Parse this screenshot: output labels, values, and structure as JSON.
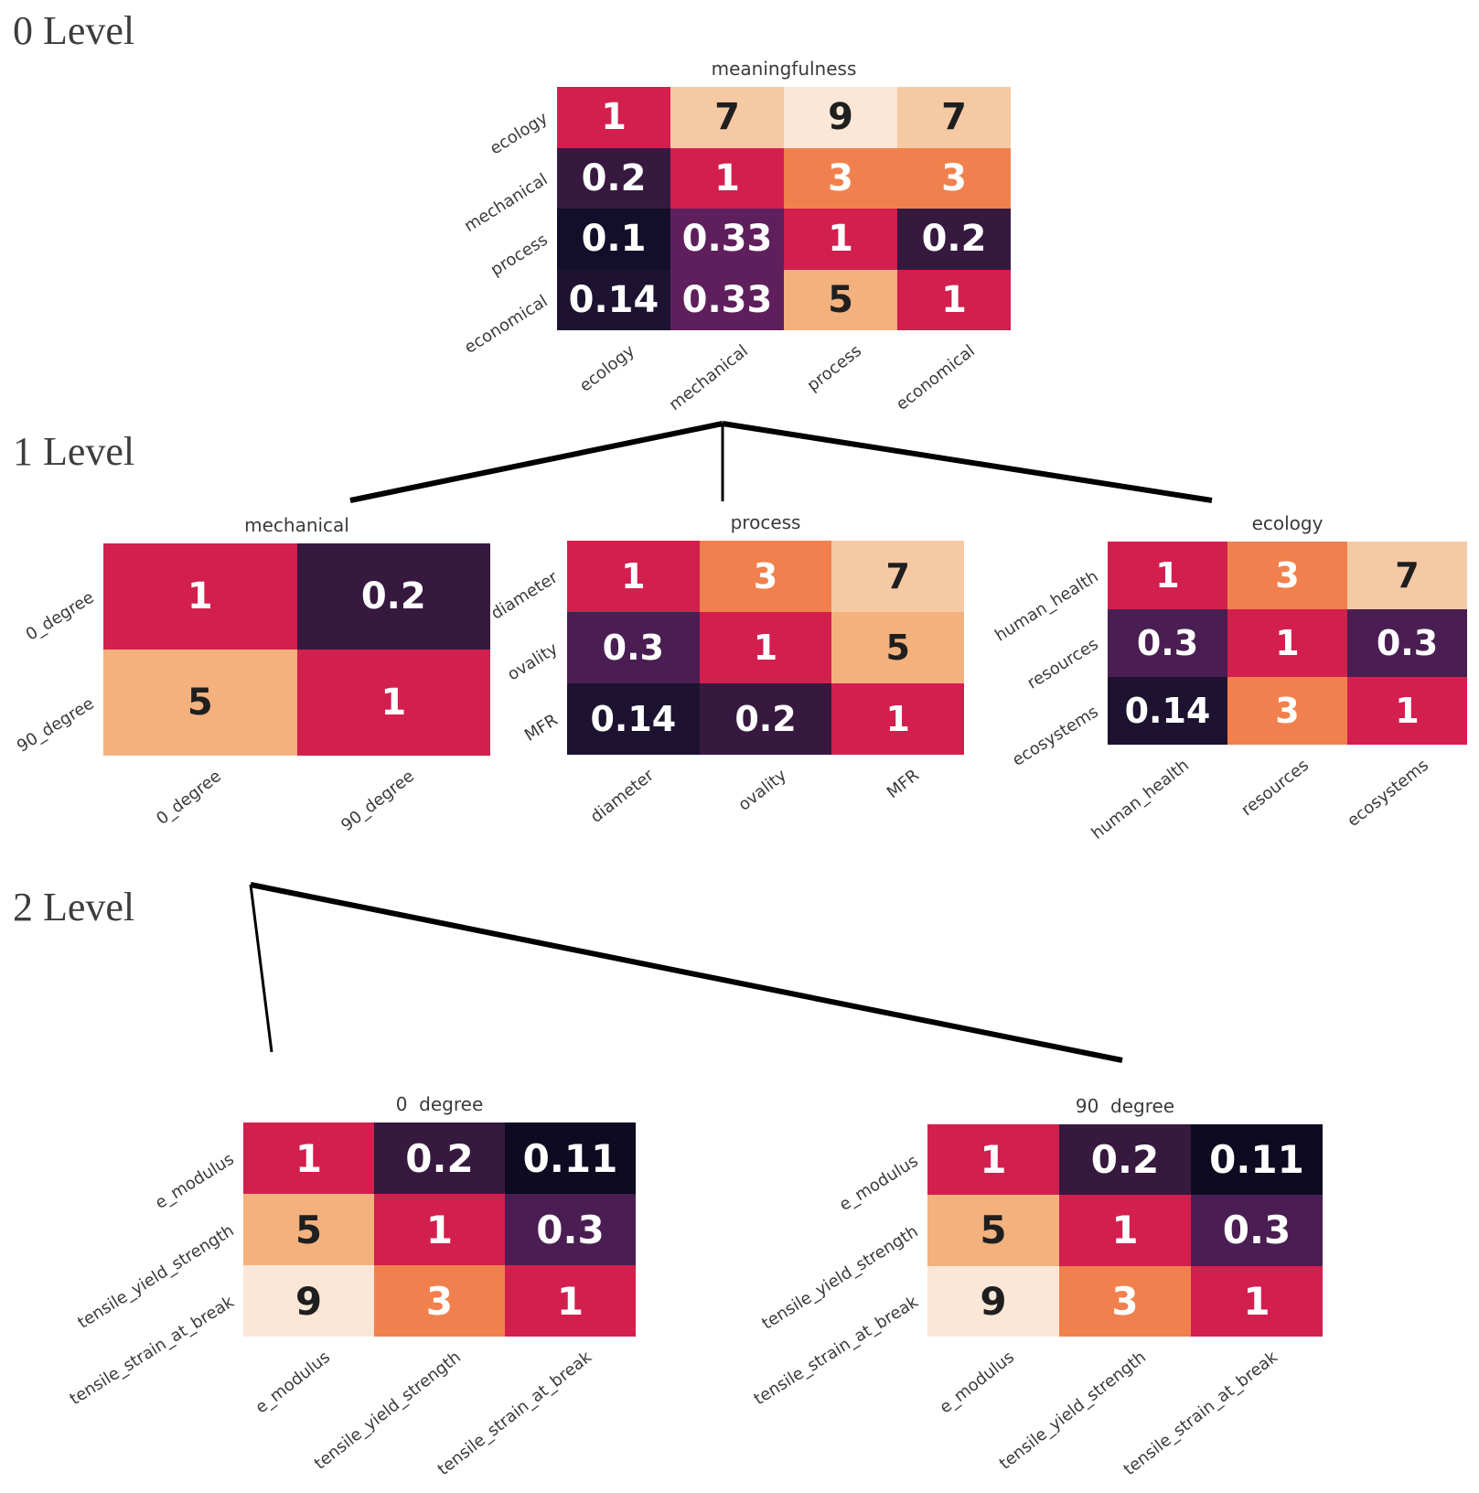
{
  "page": {
    "background": "#ffffff"
  },
  "levels": [
    {
      "label": "0 Level"
    },
    {
      "label": "1 Level"
    },
    {
      "label": "2 Level"
    }
  ],
  "palette": {
    "1": "#d21f4e",
    "3": "#f0814e",
    "5": "#f3b17e",
    "7": "#f6c9a5",
    "9": "#fbe7d7",
    "0.33": "#5e1f5c",
    "0.3": "#4a1e52",
    "0.2": "#37193f",
    "0.14": "#1d1331",
    "0.11": "#0d0a21",
    "0.1": "#130e29"
  },
  "annot_light": "#ffffff",
  "annot_dark": "#1f1f1f",
  "line_color": "#000000",
  "connectors": [
    {
      "from": "meaningfulness",
      "to": [
        "mechanical",
        "process",
        "ecology"
      ]
    },
    {
      "from": "mechanical",
      "to": [
        "0  degree",
        "90  degree"
      ]
    }
  ],
  "chart_data": [
    {
      "type": "heatmap",
      "level": "0 Level",
      "title": "meaningfulness",
      "rows": [
        "ecology",
        "mechanical",
        "process",
        "economical"
      ],
      "cols": [
        "ecology",
        "mechanical",
        "process",
        "economical"
      ],
      "values": [
        [
          "1",
          "7",
          "9",
          "7"
        ],
        [
          "0.2",
          "1",
          "3",
          "3"
        ],
        [
          "0.1",
          "0.33",
          "1",
          "0.2"
        ],
        [
          "0.14",
          "0.33",
          "5",
          "1"
        ]
      ]
    },
    {
      "type": "heatmap",
      "level": "1 Level",
      "title": "mechanical",
      "rows": [
        "0_degree",
        "90_degree"
      ],
      "cols": [
        "0_degree",
        "90_degree"
      ],
      "values": [
        [
          "1",
          "0.2"
        ],
        [
          "5",
          "1"
        ]
      ]
    },
    {
      "type": "heatmap",
      "level": "1 Level",
      "title": "process",
      "rows": [
        "diameter",
        "ovality",
        "MFR"
      ],
      "cols": [
        "diameter",
        "ovality",
        "MFR"
      ],
      "values": [
        [
          "1",
          "3",
          "7"
        ],
        [
          "0.3",
          "1",
          "5"
        ],
        [
          "0.14",
          "0.2",
          "1"
        ]
      ]
    },
    {
      "type": "heatmap",
      "level": "1 Level",
      "title": "ecology",
      "rows": [
        "human_health",
        "resources",
        "ecosystems"
      ],
      "cols": [
        "human_health",
        "resources",
        "ecosystems"
      ],
      "values": [
        [
          "1",
          "3",
          "7"
        ],
        [
          "0.3",
          "1",
          "0.3"
        ],
        [
          "0.14",
          "3",
          "1"
        ]
      ]
    },
    {
      "type": "heatmap",
      "level": "2 Level",
      "title": "0  degree",
      "rows": [
        "e_modulus",
        "tensile_yield_strength",
        "tensile_strain_at_break"
      ],
      "cols": [
        "e_modulus",
        "tensile_yield_strength",
        "tensile_strain_at_break"
      ],
      "values": [
        [
          "1",
          "0.2",
          "0.11"
        ],
        [
          "5",
          "1",
          "0.3"
        ],
        [
          "9",
          "3",
          "1"
        ]
      ]
    },
    {
      "type": "heatmap",
      "level": "2 Level",
      "title": "90  degree",
      "rows": [
        "e_modulus",
        "tensile_yield_strength",
        "tensile_strain_at_break"
      ],
      "cols": [
        "e_modulus",
        "tensile_yield_strength",
        "tensile_strain_at_break"
      ],
      "values": [
        [
          "1",
          "0.2",
          "0.11"
        ],
        [
          "5",
          "1",
          "0.3"
        ],
        [
          "9",
          "3",
          "1"
        ]
      ]
    }
  ]
}
